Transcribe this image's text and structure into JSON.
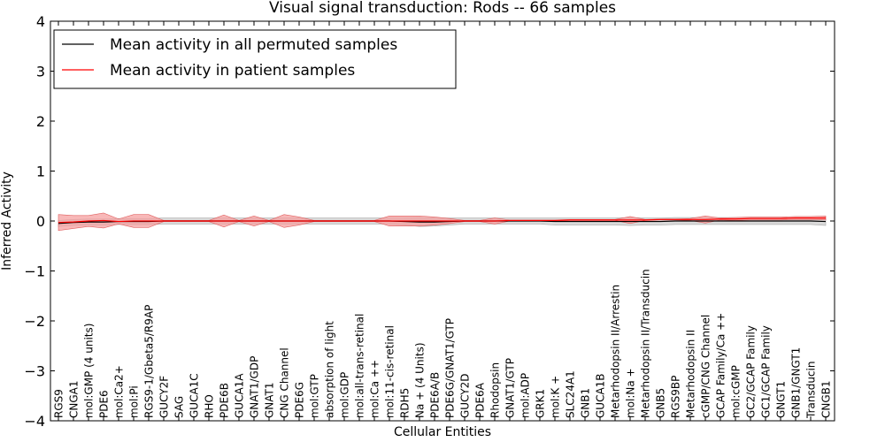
{
  "chart_data": {
    "type": "line",
    "title": "Visual signal transduction: Rods -- 66 samples",
    "xlabel": "Cellular Entities",
    "ylabel": "Inferred Activity",
    "ylim": [
      -4,
      4
    ],
    "yticks": [
      "−4",
      "−3",
      "−2",
      "−1",
      "0",
      "1",
      "2",
      "3",
      "4"
    ],
    "grid": false,
    "legend_position": "top-left",
    "categories": [
      "RGS9",
      "CNGA1",
      "mol:GMP (4 units)",
      "PDE6",
      "mol:Ca2+",
      "mol:Pi",
      "RGS9-1/Gbeta5/R9AP",
      "GUCY2F",
      "SAG",
      "GUCA1C",
      "RHO",
      "PDE6B",
      "GUCA1A",
      "GNAT1/GDP",
      "GNAT1",
      "CNG Channel",
      "PDE6G",
      "mol:GTP",
      "absorption of light",
      "mol:GDP",
      "mol:all-trans-retinal",
      "mol:Ca ++",
      "mol:11-cis-retinal",
      "RDH5",
      "Na + (4 Units)",
      "PDE6A/B",
      "PDE6G/GNAT1/GTP",
      "GUCY2D",
      "PDE6A",
      "Rhodopsin",
      "GNAT1/GTP",
      "mol:ADP",
      "GRK1",
      "mol:K +",
      "SLC24A1",
      "GNB1",
      "GUCA1B",
      "Metarhodopsin II/Arrestin",
      "mol:Na +",
      "Metarhodopsin II/Transducin",
      "GNB5",
      "RGS9BP",
      "Metarhodopsin II",
      "cGMP/CNG Channel",
      "GCAP Family/Ca ++",
      "mol:cGMP",
      "GC2/GCAP Family",
      "GC1/GCAP Family",
      "GNGT1",
      "GNB1/GNGT1",
      "Transducin",
      "CNGB1"
    ],
    "series": [
      {
        "name": "Mean activity in all permuted samples",
        "color": "#000000",
        "band_color": "#bbbbbb",
        "values": [
          -0.05,
          -0.03,
          -0.02,
          -0.02,
          -0.01,
          -0.01,
          -0.01,
          0,
          0,
          0,
          0,
          0,
          0,
          0,
          0,
          0,
          0,
          0,
          0,
          0,
          0,
          0,
          0,
          -0.01,
          -0.02,
          -0.02,
          -0.01,
          0,
          0,
          0,
          0,
          0,
          0,
          -0.01,
          -0.01,
          -0.01,
          -0.01,
          -0.01,
          -0.01,
          -0.01,
          -0.01,
          0,
          0,
          0,
          0,
          0,
          0,
          0,
          0,
          0,
          0,
          -0.01
        ],
        "band": [
          0.06,
          0.06,
          0.06,
          0.06,
          0.06,
          0.06,
          0.06,
          0.06,
          0.06,
          0.06,
          0.06,
          0.06,
          0.06,
          0.06,
          0.06,
          0.06,
          0.06,
          0.06,
          0.06,
          0.06,
          0.06,
          0.06,
          0.06,
          0.07,
          0.09,
          0.08,
          0.07,
          0.06,
          0.06,
          0.06,
          0.06,
          0.06,
          0.06,
          0.07,
          0.07,
          0.07,
          0.07,
          0.07,
          0.08,
          0.07,
          0.07,
          0.07,
          0.07,
          0.07,
          0.07,
          0.07,
          0.07,
          0.07,
          0.07,
          0.07,
          0.07,
          0.08
        ]
      },
      {
        "name": "Mean activity in patient samples",
        "color": "#ff0000",
        "band_color": "#f5a0a0",
        "values": [
          -0.03,
          -0.02,
          0,
          0.01,
          -0.01,
          0,
          0,
          0,
          0,
          0,
          0,
          0,
          0,
          0,
          0,
          0,
          0,
          0,
          0,
          0,
          0,
          0,
          0,
          0,
          0,
          0,
          0,
          0,
          0,
          0,
          0.01,
          0.01,
          0.01,
          0.01,
          0.02,
          0.02,
          0.02,
          0.02,
          0.02,
          0.02,
          0.03,
          0.03,
          0.03,
          0.03,
          0.04,
          0.04,
          0.05,
          0.05,
          0.05,
          0.06,
          0.06,
          0.06
        ],
        "band": [
          0.16,
          0.13,
          0.11,
          0.15,
          0.05,
          0.13,
          0.13,
          0.01,
          0.01,
          0.01,
          0.01,
          0.12,
          0.01,
          0.1,
          0.01,
          0.13,
          0.08,
          0.01,
          0.01,
          0.01,
          0.01,
          0.01,
          0.1,
          0.1,
          0.1,
          0.08,
          0.05,
          0.01,
          0.01,
          0.06,
          0.01,
          0.01,
          0.01,
          0.01,
          0.01,
          0.01,
          0.01,
          0.01,
          0.07,
          0.01,
          0.01,
          0.01,
          0.02,
          0.07,
          0.02,
          0.03,
          0.03,
          0.03,
          0.03,
          0.03,
          0.03,
          0.04
        ]
      }
    ]
  }
}
